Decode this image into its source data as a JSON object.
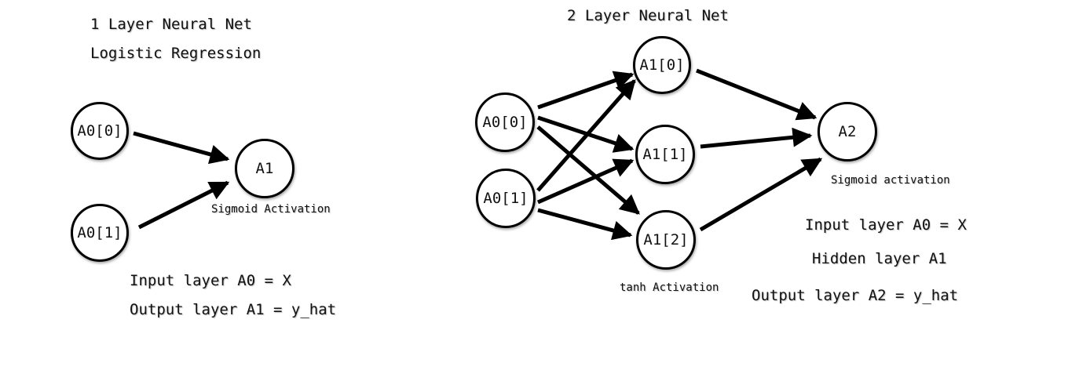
{
  "left": {
    "title": "1 Layer Neural Net",
    "subtitle": "Logistic Regression",
    "nodes": {
      "a0_0": "A0[0]",
      "a0_1": "A0[1]",
      "a1": "A1"
    },
    "activation": "Sigmoid Activation",
    "notes": [
      "Input layer A0 = X",
      "Output layer A1 = y_hat"
    ]
  },
  "right": {
    "title": "2 Layer Neural Net",
    "nodes": {
      "a0_0": "A0[0]",
      "a0_1": "A0[1]",
      "a1_0": "A1[0]",
      "a1_1": "A1[1]",
      "a1_2": "A1[2]",
      "a2": "A2"
    },
    "hidden_activation": "tanh Activation",
    "output_activation": "Sigmoid activation",
    "notes": [
      "Input layer A0 = X",
      "Hidden layer A1",
      "Output layer A2 = y_hat"
    ]
  }
}
